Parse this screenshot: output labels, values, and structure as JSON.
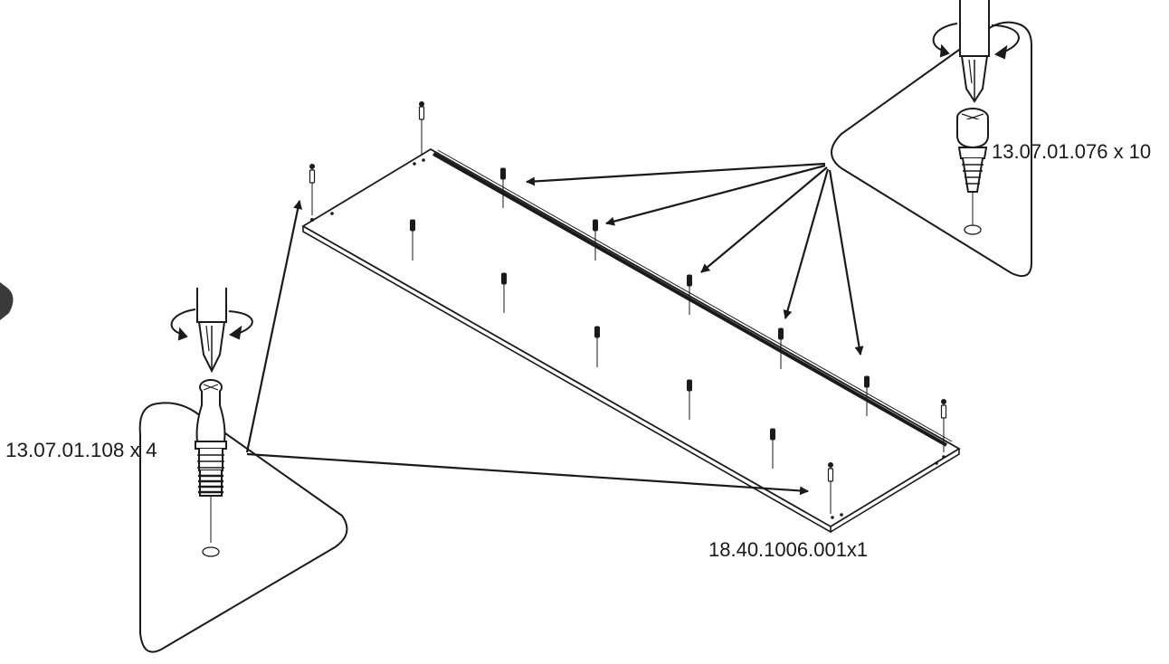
{
  "labels": {
    "top_right_part": "13.07.01.076 x 10",
    "left_part": "13.07.01.108 x 4",
    "panel_part": "18.40.1006.001x1"
  },
  "colors": {
    "line": "#1a1a1a",
    "background": "#ffffff",
    "nav_tab": "#3a3a3a"
  },
  "icons": {
    "screwdriver": "screwdriver-icon",
    "rotation": "rotation-arrow-icon",
    "cam_bolt": "cam-bolt-icon",
    "screw": "screw-icon",
    "nav_tab": "nav-tab-icon"
  }
}
